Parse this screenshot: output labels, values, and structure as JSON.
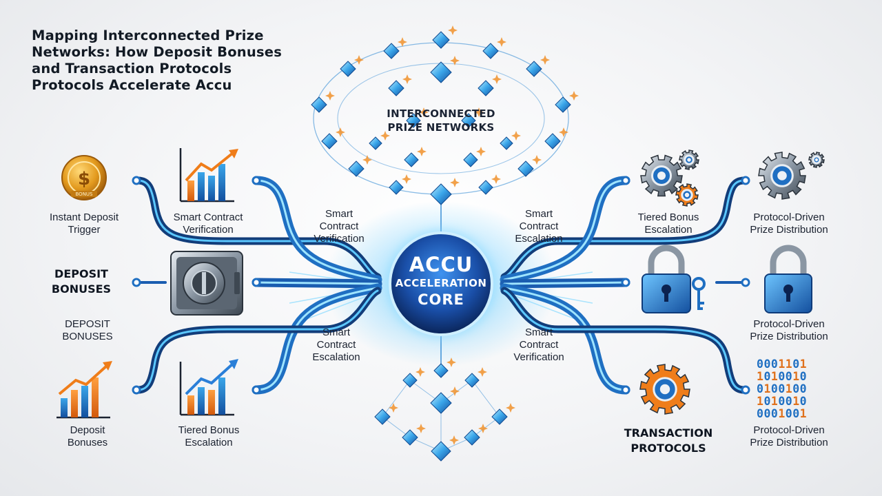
{
  "title": {
    "lines": [
      "Mapping Interconnected Prize",
      "Networks: How Deposit Bonuses",
      "and Transaction Protocols",
      "Protocols Accelerate Accu"
    ]
  },
  "network": {
    "label_lines": [
      "INTERCONNECTED",
      "PRIZE NETWORKS"
    ]
  },
  "core": {
    "line1": "ACCU",
    "line2": "ACCELERATION",
    "line3": "CORE"
  },
  "left": {
    "instant_deposit": [
      "Instant Deposit",
      "Trigger"
    ],
    "smart_contract_top": [
      "Smart Contract",
      "Verification"
    ],
    "deposit_bonuses_bold": [
      "DEPOSIT",
      "BONUSES"
    ],
    "deposit_bonuses_mid": [
      "DEPOSIT",
      "BONUSES"
    ],
    "deposit_bonuses_bottom": [
      "Deposit",
      "Bonuses"
    ],
    "tiered_bonus_bottom": [
      "Tiered Bonus",
      "Escalation"
    ],
    "coin_text": "$",
    "coin_small_text": "BONUS"
  },
  "flows": {
    "left_top": [
      "Smart",
      "Contract",
      "Verification"
    ],
    "left_bottom": [
      "Smart",
      "Contract",
      "Escalation"
    ],
    "right_top": [
      "Smart",
      "Contract",
      "Escalation"
    ],
    "right_bottom": [
      "Smart",
      "Contract",
      "Verification"
    ]
  },
  "right": {
    "tiered_bonus": [
      "Tiered Bonus",
      "Escalation"
    ],
    "protocol_top": [
      "Protocol-Driven",
      "Prize Distribution"
    ],
    "protocol_mid": [
      "Protocol-Driven",
      "Prize Distribution"
    ],
    "transaction_protocols": [
      "TRANSACTION",
      "PROTOCOLS"
    ],
    "protocol_bottom": [
      "Protocol-Driven",
      "Prize Distribution"
    ],
    "binary_rows": [
      "0001101",
      "1010010",
      "0100100",
      "1010010",
      "0001001"
    ]
  },
  "colors": {
    "pipe_dark": "#123d7a",
    "pipe_mid": "#1f6fc2",
    "pipe_light": "#5cc8ff",
    "accent_orange": "#ef7d1a",
    "gold": "#e39a1e",
    "core_dark": "#0b2a63",
    "core_light": "#2f7fe0"
  }
}
